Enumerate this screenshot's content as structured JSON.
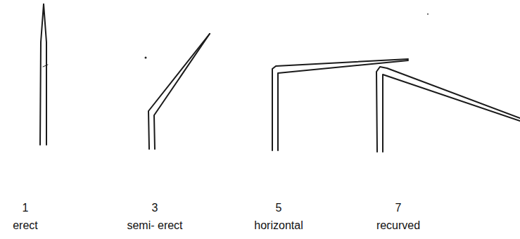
{
  "diagram": {
    "labels": [
      "1",
      "3",
      "5",
      "7",
      "erect",
      "semi- erect",
      "horizontal",
      "recurved"
    ]
  }
}
